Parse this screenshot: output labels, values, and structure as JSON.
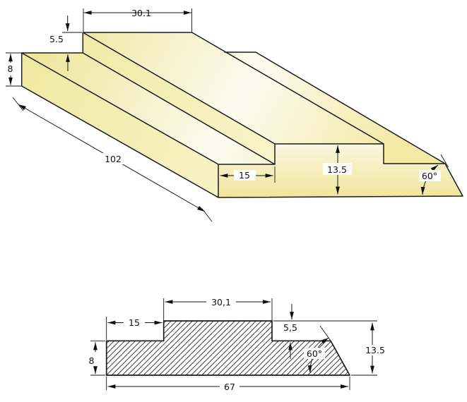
{
  "drawing": {
    "type": "technical-drawing",
    "views": [
      "isometric",
      "cross-section"
    ],
    "iso": {
      "width_top": "30.1",
      "step_height": "5.5",
      "left_height": "8",
      "length": "102",
      "groove_width": "15",
      "total_height": "13.5",
      "chamfer_angle": "60°"
    },
    "section": {
      "step_width": "15",
      "width_top": "30,1",
      "step_depth": "5,5",
      "left_height": "8",
      "chamfer_angle": "60°",
      "total_height": "13.5",
      "total_width": "67"
    },
    "colors": {
      "background": "#ffffff",
      "face_yellow": "#f0e8a0",
      "face_highlight": "#fcfbf0",
      "line": "#1b1b1b"
    }
  }
}
